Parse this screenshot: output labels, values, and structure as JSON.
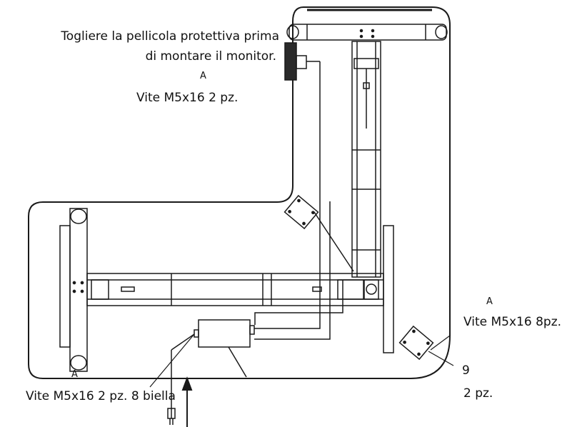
{
  "labels": {
    "film_line1": "Togliere la pellicola protettiva prima",
    "film_line2": "di montare il monitor.",
    "a_top": "A",
    "screw_top": "Vite M5x16 2 pz.",
    "a_right": "A",
    "screw_right": "Vite M5x16 8pz.",
    "num_9": "9",
    "pcs_right": "2 pz.",
    "a_bottom": "A",
    "screw_bottom": "Vite M5x16 2 pz. 8 biella"
  },
  "colors": {
    "line": "#1a1a1a",
    "text": "#111111",
    "background": "#ffffff"
  }
}
